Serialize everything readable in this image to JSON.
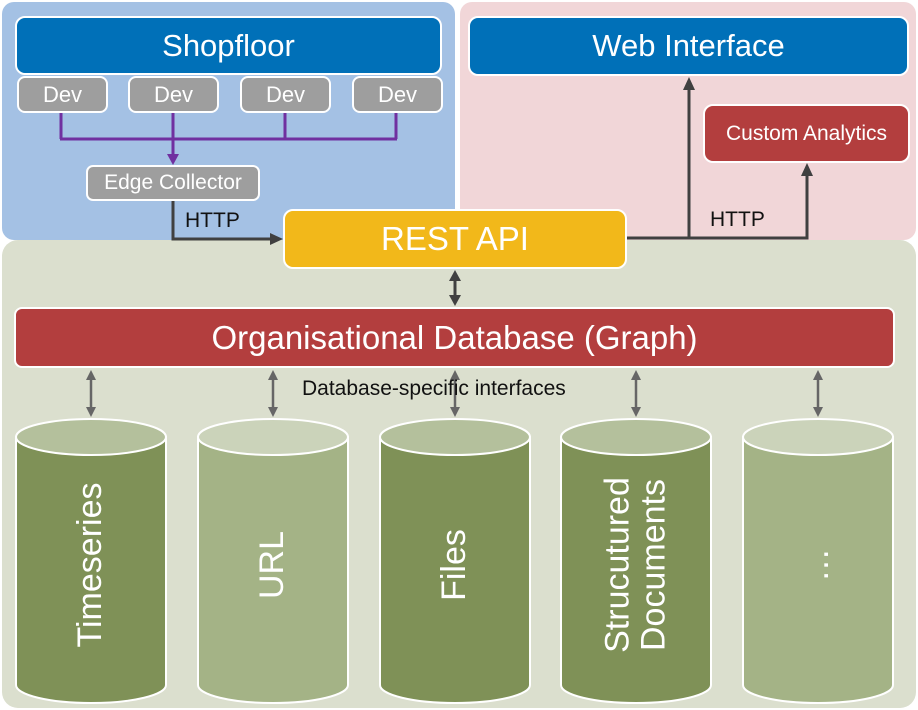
{
  "colors": {
    "shopfloor_panel": "#a4c1e4",
    "web_panel": "#f1d6d8",
    "storage_panel": "#dbdfce",
    "blue_box": "#0070b8",
    "grey_box": "#9e9e9e",
    "red_box": "#b33e3e",
    "rest_api": "#f2b81a",
    "purple_connector": "#7030a0",
    "dark_arrow": "#404040",
    "grey_arrow": "#666666",
    "cylinder_dark": "#7f9157",
    "cylinder_light": "#a4b386"
  },
  "shopfloor": {
    "title": "Shopfloor",
    "devices": [
      "Dev",
      "Dev",
      "Dev",
      "Dev"
    ],
    "collector": "Edge Collector",
    "protocol": "HTTP"
  },
  "web": {
    "title": "Web Interface",
    "analytics": "Custom Analytics",
    "protocol": "HTTP"
  },
  "core": {
    "api": "REST API",
    "database": "Organisational Database (Graph)",
    "interfaces_label": "Database-specific interfaces"
  },
  "stores": [
    {
      "label": "Timeseries",
      "shade": "dark"
    },
    {
      "label": "URL",
      "shade": "light"
    },
    {
      "label": "Files",
      "shade": "dark"
    },
    {
      "label": "Strucutured\nDocuments",
      "shade": "dark"
    },
    {
      "label": "…",
      "shade": "light"
    }
  ]
}
